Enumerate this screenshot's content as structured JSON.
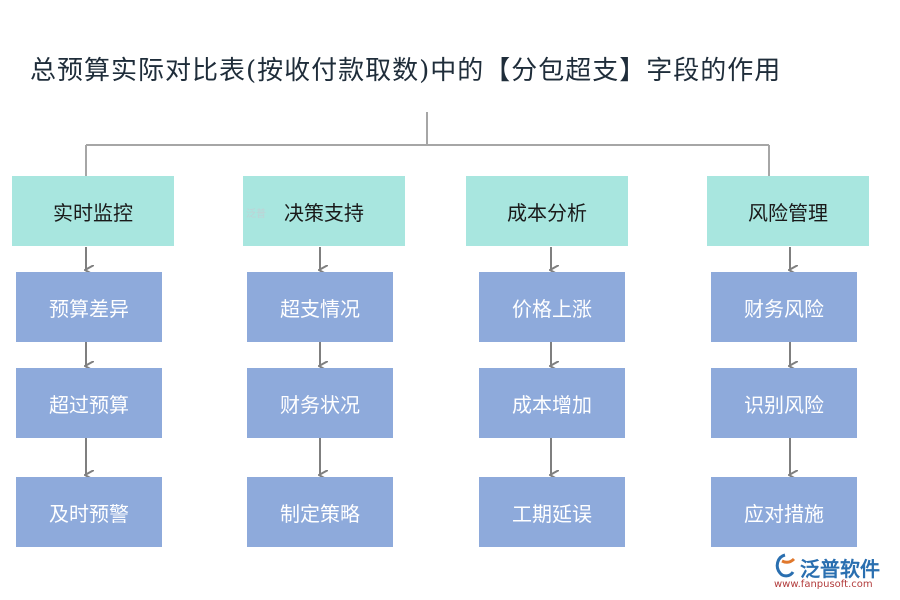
{
  "title": "总预算实际对比表(按收付款取数)中的【分包超支】字段的作用",
  "categories": [
    {
      "label": "实时监控",
      "items": [
        "预算差异",
        "超过预算",
        "及时预警"
      ]
    },
    {
      "label": "决策支持",
      "items": [
        "超支情况",
        "财务状况",
        "制定策略"
      ]
    },
    {
      "label": "成本分析",
      "items": [
        "价格上涨",
        "成本增加",
        "工期延误"
      ]
    },
    {
      "label": "风险管理",
      "items": [
        "财务风险",
        "识别风险",
        "应对措施"
      ]
    }
  ],
  "watermark": {
    "small_text": "泛普",
    "brand": "泛普软件",
    "url": "www.fanpusoft.com"
  },
  "colors": {
    "category_fill": "#a8e6df",
    "item_fill": "#8eaadb",
    "connector": "#a6a6a6",
    "arrow": "#7f7f7f"
  }
}
